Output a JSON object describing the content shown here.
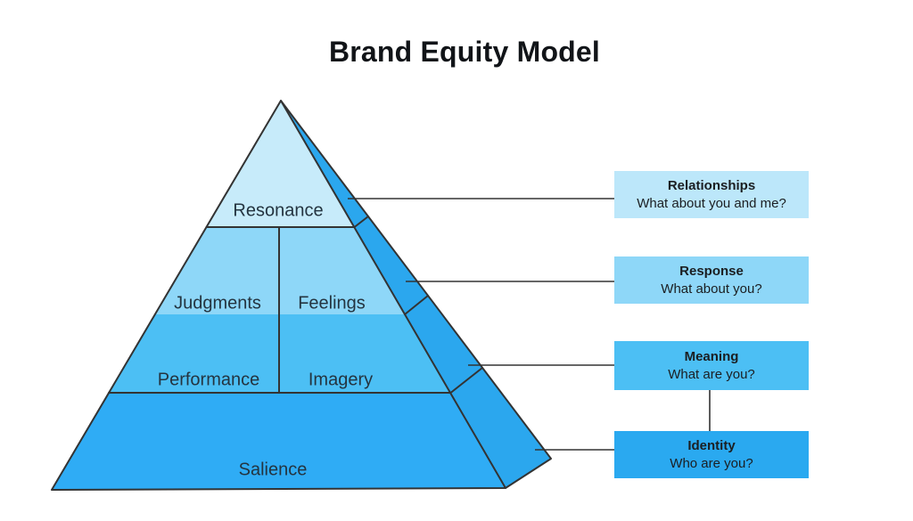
{
  "title": "Brand Equity Model",
  "pyramid": {
    "outline_color": "#333333",
    "side_face_color": "#2BA7EE",
    "tiers": [
      {
        "labels": [
          "Resonance"
        ],
        "color": "#C7EBFA"
      },
      {
        "labels": [
          "Judgments",
          "Feelings"
        ],
        "color": "#8ED7F8"
      },
      {
        "labels": [
          "Performance",
          "Imagery"
        ],
        "color": "#4CBFF4"
      },
      {
        "labels": [
          "Salience"
        ],
        "color": "#2FACF5"
      }
    ]
  },
  "stages": [
    {
      "title": "Relationships",
      "question": "What about you and me?",
      "color": "#BCE7FA"
    },
    {
      "title": "Response",
      "question": "What about you?",
      "color": "#8ED7F8"
    },
    {
      "title": "Meaning",
      "question": "What are you?",
      "color": "#4CBFF4"
    },
    {
      "title": "Identity",
      "question": "Who are you?",
      "color": "#2AA9F0"
    }
  ]
}
